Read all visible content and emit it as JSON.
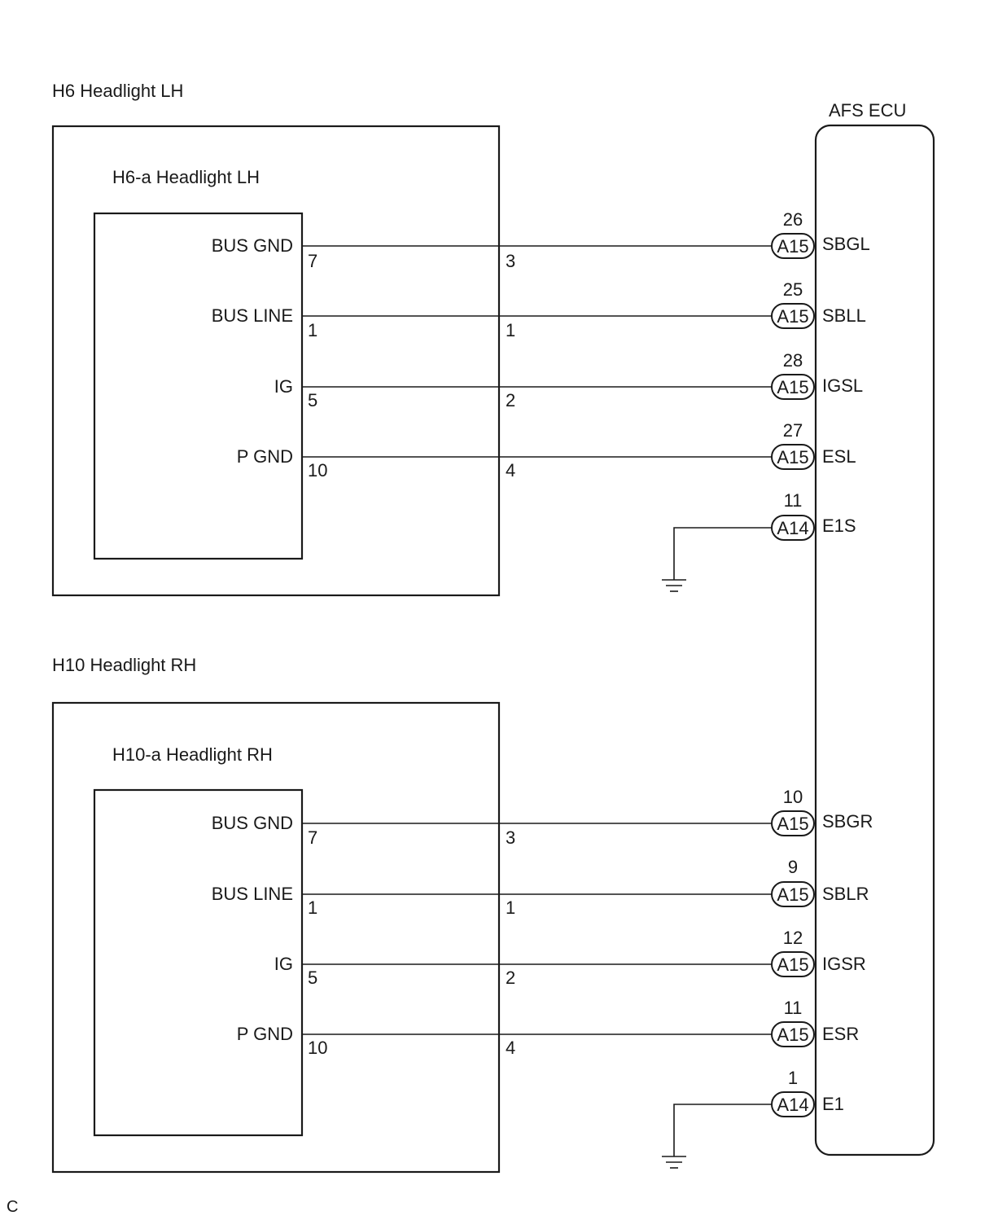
{
  "footer_mark": "C",
  "ecu": {
    "label": "AFS ECU"
  },
  "headlights": [
    {
      "outer_label": "H6 Headlight LH",
      "inner_label": "H6-a Headlight LH",
      "circuits": [
        {
          "signal": "BUS GND",
          "inner_pin": "7",
          "outer_pin": "3",
          "ecu_pin": "26",
          "connector": "A15",
          "ecu_terminal": "SBGL"
        },
        {
          "signal": "BUS LINE",
          "inner_pin": "1",
          "outer_pin": "1",
          "ecu_pin": "25",
          "connector": "A15",
          "ecu_terminal": "SBLL"
        },
        {
          "signal": "IG",
          "inner_pin": "5",
          "outer_pin": "2",
          "ecu_pin": "28",
          "connector": "A15",
          "ecu_terminal": "IGSL"
        },
        {
          "signal": "P GND",
          "inner_pin": "10",
          "outer_pin": "4",
          "ecu_pin": "27",
          "connector": "A15",
          "ecu_terminal": "ESL"
        }
      ],
      "ground": {
        "ecu_pin": "11",
        "connector": "A14",
        "ecu_terminal": "E1S"
      }
    },
    {
      "outer_label": "H10 Headlight RH",
      "inner_label": "H10-a Headlight RH",
      "circuits": [
        {
          "signal": "BUS GND",
          "inner_pin": "7",
          "outer_pin": "3",
          "ecu_pin": "10",
          "connector": "A15",
          "ecu_terminal": "SBGR"
        },
        {
          "signal": "BUS LINE",
          "inner_pin": "1",
          "outer_pin": "1",
          "ecu_pin": "9",
          "connector": "A15",
          "ecu_terminal": "SBLR"
        },
        {
          "signal": "IG",
          "inner_pin": "5",
          "outer_pin": "2",
          "ecu_pin": "12",
          "connector": "A15",
          "ecu_terminal": "IGSR"
        },
        {
          "signal": "P GND",
          "inner_pin": "10",
          "outer_pin": "4",
          "ecu_pin": "11",
          "connector": "A15",
          "ecu_terminal": "ESR"
        }
      ],
      "ground": {
        "ecu_pin": "1",
        "connector": "A14",
        "ecu_terminal": "E1"
      }
    }
  ]
}
